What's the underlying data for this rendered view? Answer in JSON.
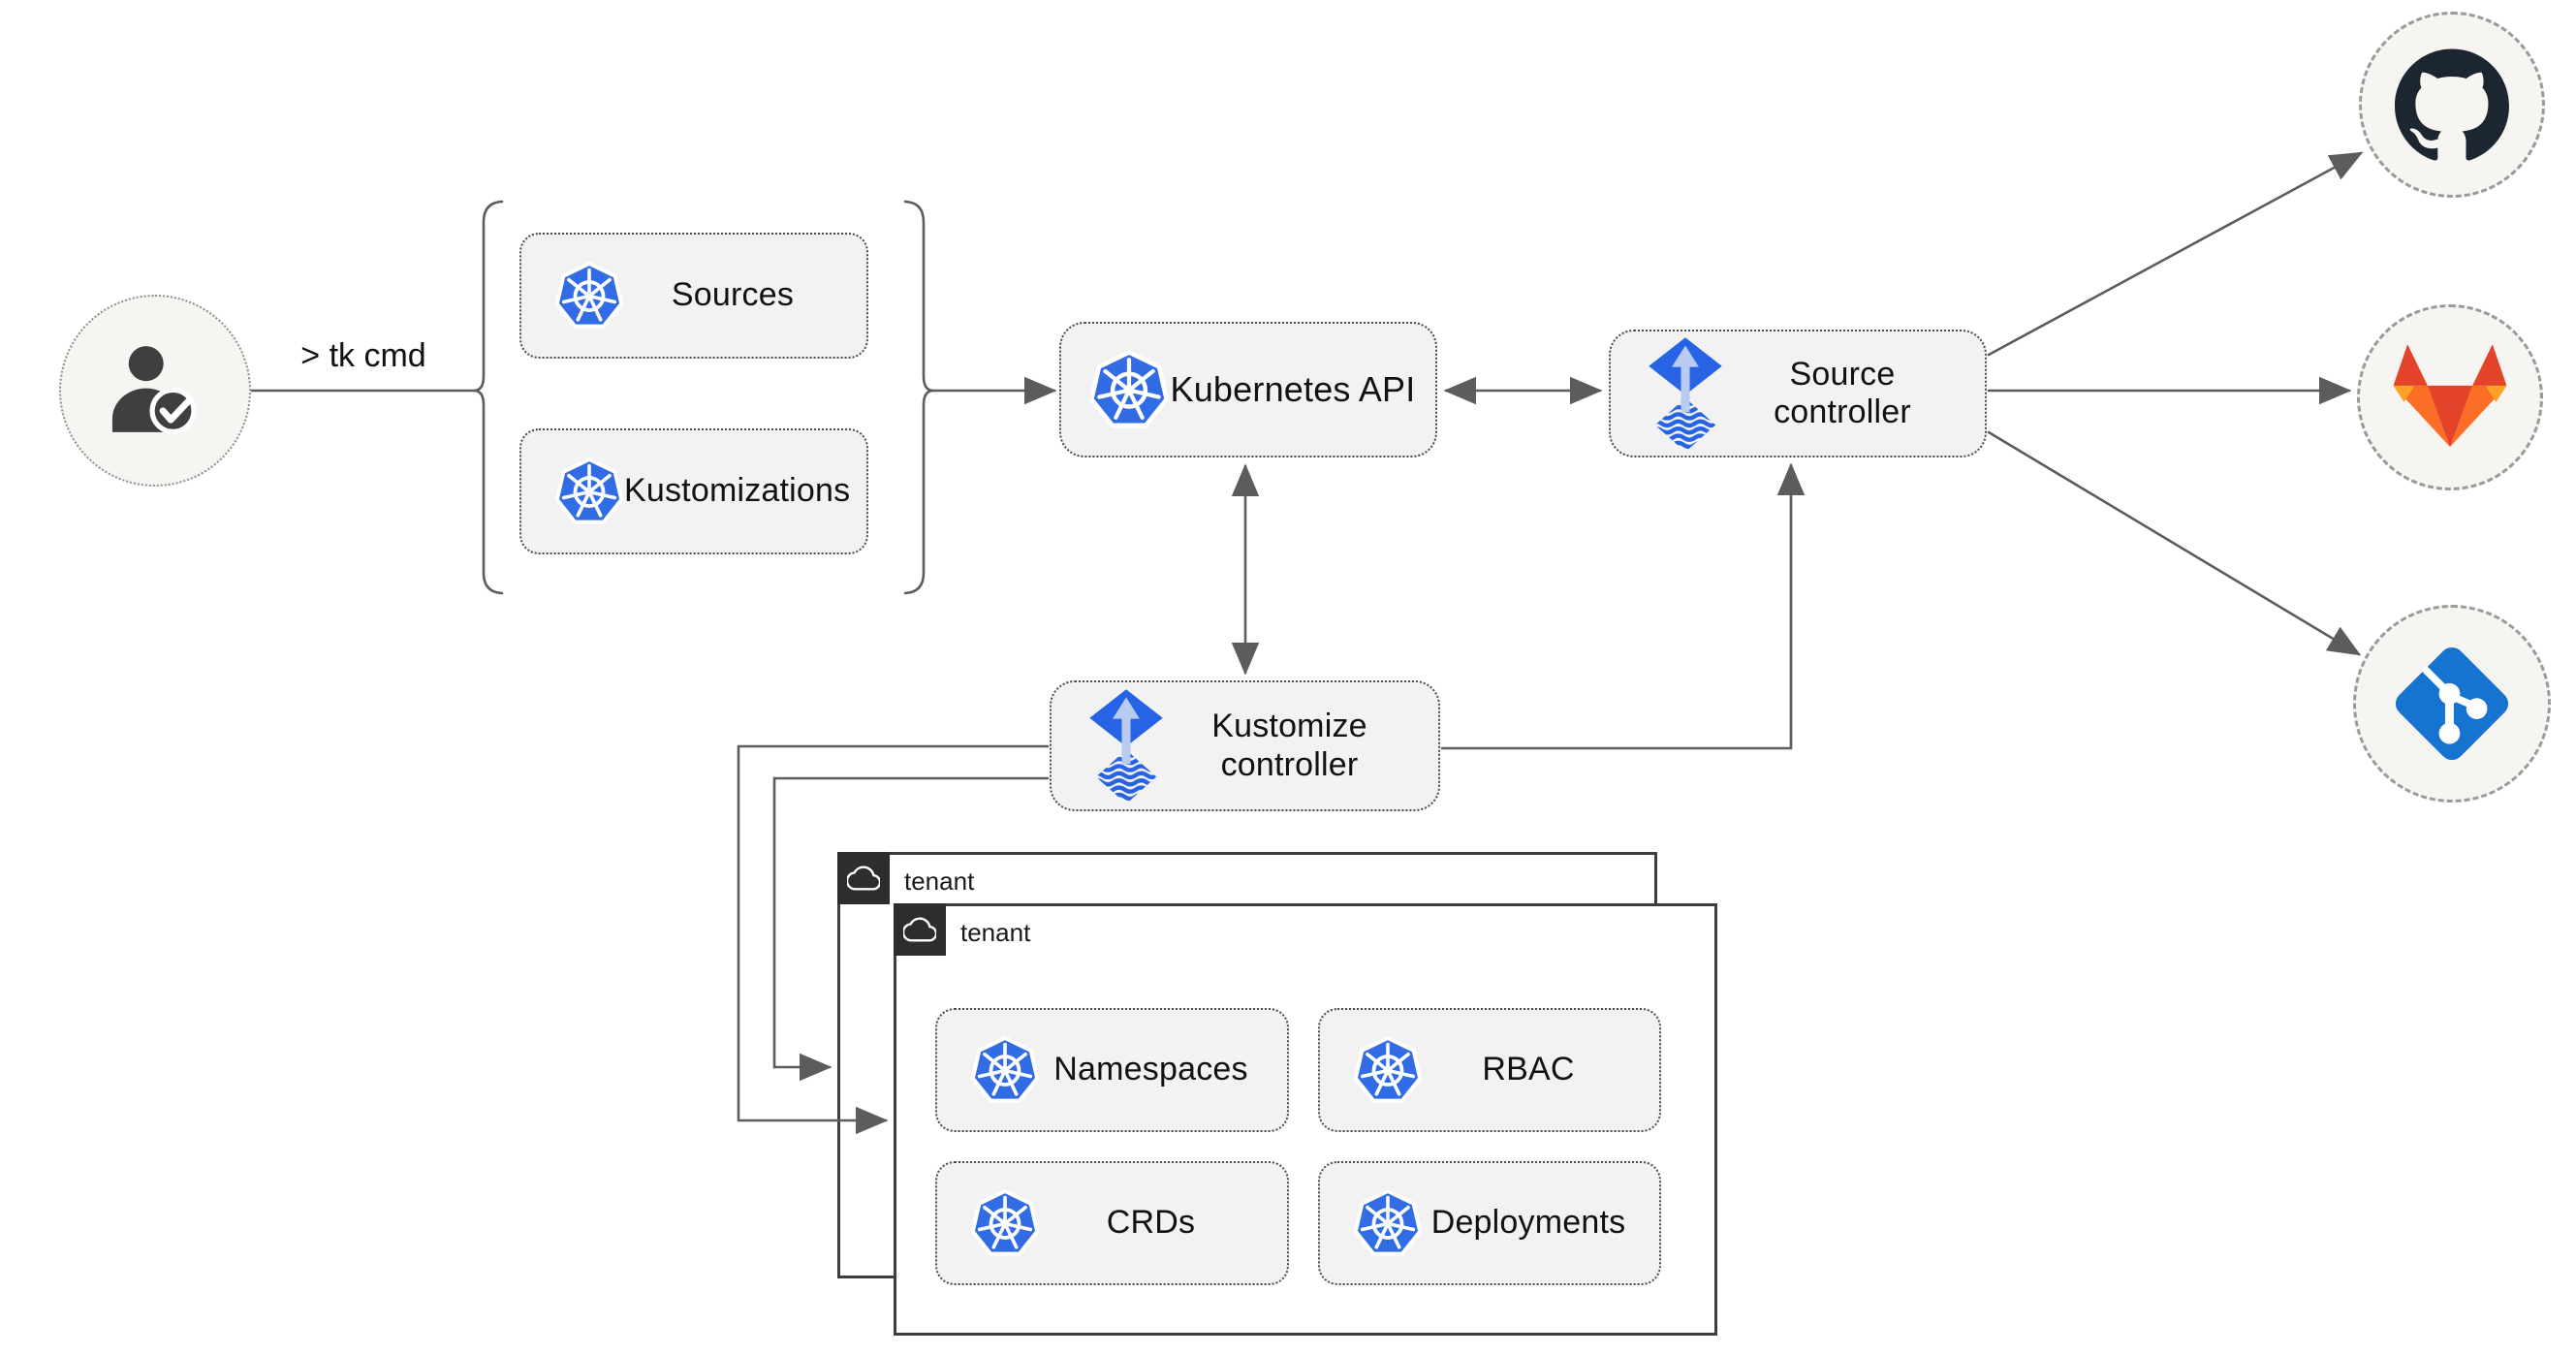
{
  "nodes": {
    "user_command": {
      "label": "> tk cmd"
    },
    "sources": {
      "label": "Sources"
    },
    "kustomizations": {
      "label": "Kustomizations"
    },
    "kubernetes_api": {
      "label": "Kubernetes API"
    },
    "source_controller": {
      "line1": "Source",
      "line2": "controller"
    },
    "kustomize_controller": {
      "line1": "Kustomize",
      "line2": "controller"
    },
    "tenant_back": {
      "label": "tenant"
    },
    "tenant_front": {
      "label": "tenant"
    },
    "namespaces": {
      "label": "Namespaces"
    },
    "rbac": {
      "label": "RBAC"
    },
    "crds": {
      "label": "CRDs"
    },
    "deployments": {
      "label": "Deployments"
    }
  },
  "icons": {
    "user": "user-check-icon",
    "kubernetes": "kubernetes-icon",
    "flux": "flux-icon",
    "github": "github-icon",
    "gitlab": "gitlab-icon",
    "git": "git-icon",
    "cloud": "cloud-icon"
  },
  "colors": {
    "kubernetes_blue": "#326ce5",
    "flux_blue": "#2763e5",
    "flux_arrow_light": "#b9cbf0",
    "github_dark": "#1b2630",
    "gitlab_red": "#e24329",
    "gitlab_orange": "#fc6d26",
    "gitlab_light_orange": "#fca326",
    "git_blue": "#1673cf",
    "line_gray": "#5c5c5c",
    "node_fill": "#f2f2f2",
    "circle_fill": "#f7f5f1",
    "tenant_header": "#2d2d2d"
  }
}
